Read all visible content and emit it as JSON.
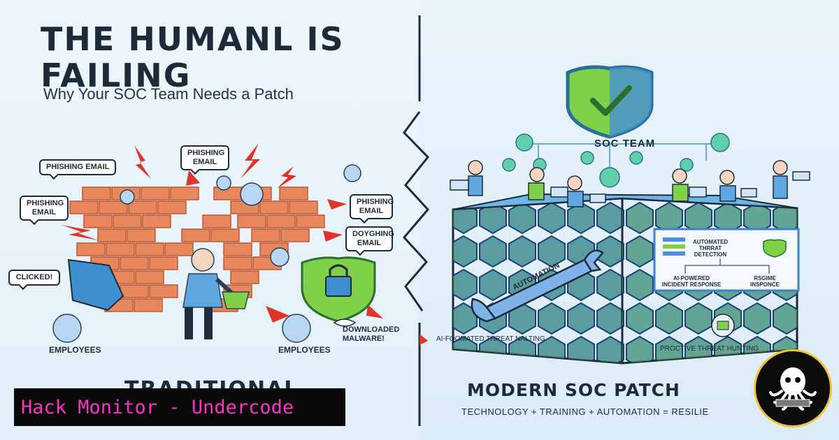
{
  "title": "THE HUMANL IS FAILING",
  "subtitle": "Why Your SOC Team Needs a Patch",
  "left": {
    "bubbles": [
      "PHISHING EMAIL",
      "PHISHING EMAIL",
      "PHISHING EMAIL",
      "PHISHING EMAIL",
      "DOYGHING EMAIL",
      "CLICKED!"
    ],
    "labels": {
      "employees_1": "EMPLOYEES",
      "employees_2": "EMPLOYEES",
      "downloaded": "DOWNLOADED MALWARE!"
    },
    "traditional": "TRADITIONAL"
  },
  "right": {
    "soc_team": "SOC TEAM",
    "wrench_label": "AUTOMATION",
    "screen": {
      "detection": "AUTOMATED THRRAT DETECTION",
      "incident": "AI-POWERED INCIDENT RESPONSE",
      "regime": "RSGIME INSPONCE"
    },
    "caption_left": "AI-FOOMATED THREAT NALTING",
    "caption_right": "PROCTIVE THREAT HUNTING",
    "modern_title": "MODERN SOC PATCH",
    "formula": "TECHNOLOGY + TRAINING + AUTOMATION = RESILIE"
  },
  "brand": {
    "text": "Hack Monitor - Undercode"
  },
  "colors": {
    "brick": "#e9875c",
    "brick_mortar": "#c66a45",
    "shield_green": "#7fd14a",
    "shield_blue": "#4a90d6",
    "hex_blue": "#3f7fce",
    "hex_green": "#8ed34e",
    "brand_pink": "#ff33c8",
    "logo_gold": "#f2c230",
    "alert_red": "#e0332b"
  },
  "icons": [
    "lightning-icon",
    "shield-check-icon",
    "padlock-shield-icon",
    "wrench-icon",
    "octopus-logo-icon"
  ]
}
